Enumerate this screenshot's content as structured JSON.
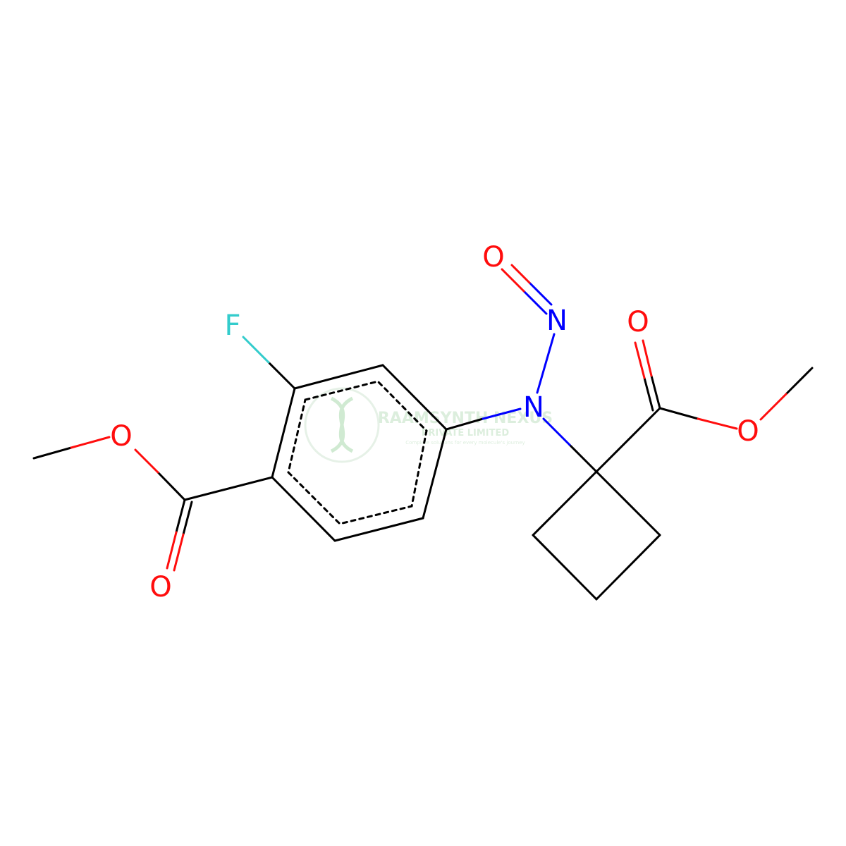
{
  "diagram": {
    "type": "skeletal-structure",
    "colors": {
      "bond": "#000000",
      "oxygen": "#ff0d0d",
      "nitrogen": "#0000ff",
      "fluorine": "#33cccc",
      "background": "#ffffff"
    },
    "atom_labels": {
      "f": "F",
      "o_ester_left": "O",
      "o_carbonyl_left": "O",
      "n_amine": "N",
      "n_nitroso": "N",
      "o_nitroso": "O",
      "o_carbonyl_right": "O",
      "o_ester_right": "O"
    },
    "watermark": {
      "line1": "RAAMSYNTH NEXUS",
      "line2": "PRIVATE LIMITED",
      "tagline": "Complete solutions for every molecule's journey",
      "color": "#7cc47f"
    }
  }
}
